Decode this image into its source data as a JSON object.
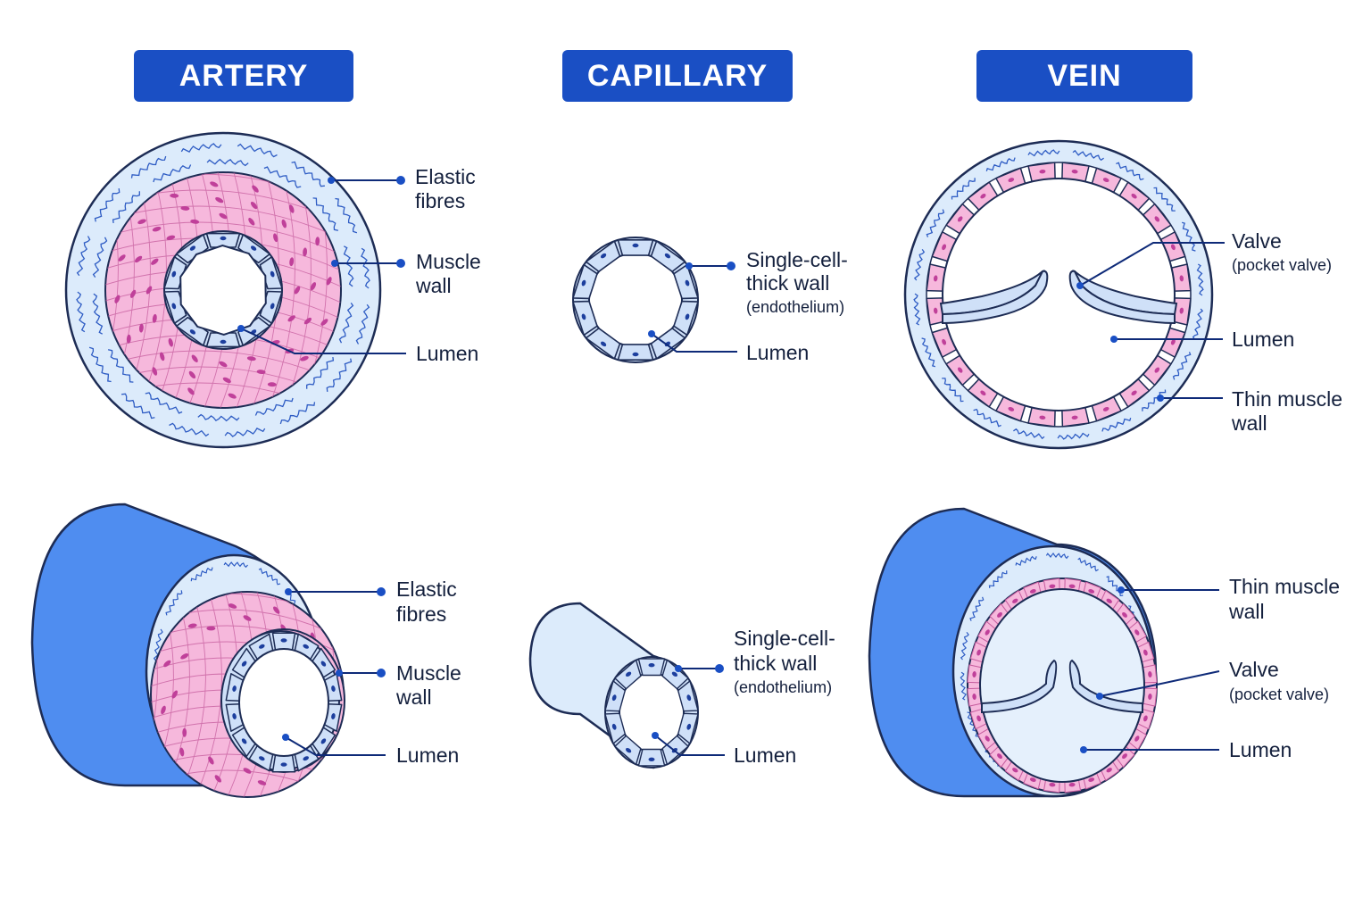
{
  "titles": {
    "artery": "ARTERY",
    "capillary": "CAPILLARY",
    "vein": "VEIN"
  },
  "labels": {
    "elastic_l1": "Elastic",
    "elastic_l2": "fibres",
    "muscle_l1": "Muscle",
    "muscle_l2": "wall",
    "lumen": "Lumen",
    "single_l1": "Single-cell-",
    "single_l2": "thick wall",
    "single_sub": "(endothelium)",
    "valve": "Valve",
    "valve_sub": "(pocket valve)",
    "thin_l1": "Thin muscle",
    "thin_l2": "wall"
  },
  "colors": {
    "title_bg": "#1a4fc4",
    "outer_layer": "#dcebfb",
    "muscle": "#f6b8dc",
    "endothelium": "#cfe0f8",
    "tube_outer": "#4f8df0",
    "outline": "#1d2c55",
    "leader": "#0e2a78"
  }
}
